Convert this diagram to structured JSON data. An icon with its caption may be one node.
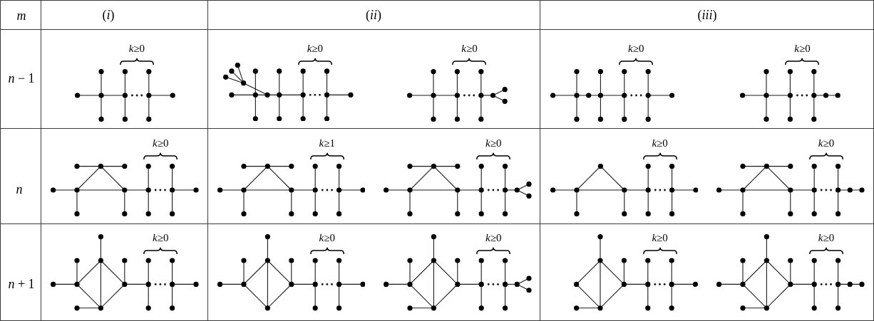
{
  "diagram": {
    "labels": [
      "m",
      "(*i*)",
      "(*ii*)",
      "(*iii*)",
      "*n* − 1",
      "*k*≥0",
      "*k*≥0",
      "*k*≥0",
      "*k*≥0",
      "*k*≥0",
      "n",
      "*k*≥0",
      "*k*≥1",
      "*k*≥0",
      "*k*≥0",
      "*k*≥0",
      "*n* + 1",
      "*k*≥0",
      "*k*≥0",
      "*k*≥0",
      "*k*≥0",
      "*k*≥0"
    ]
  }
}
